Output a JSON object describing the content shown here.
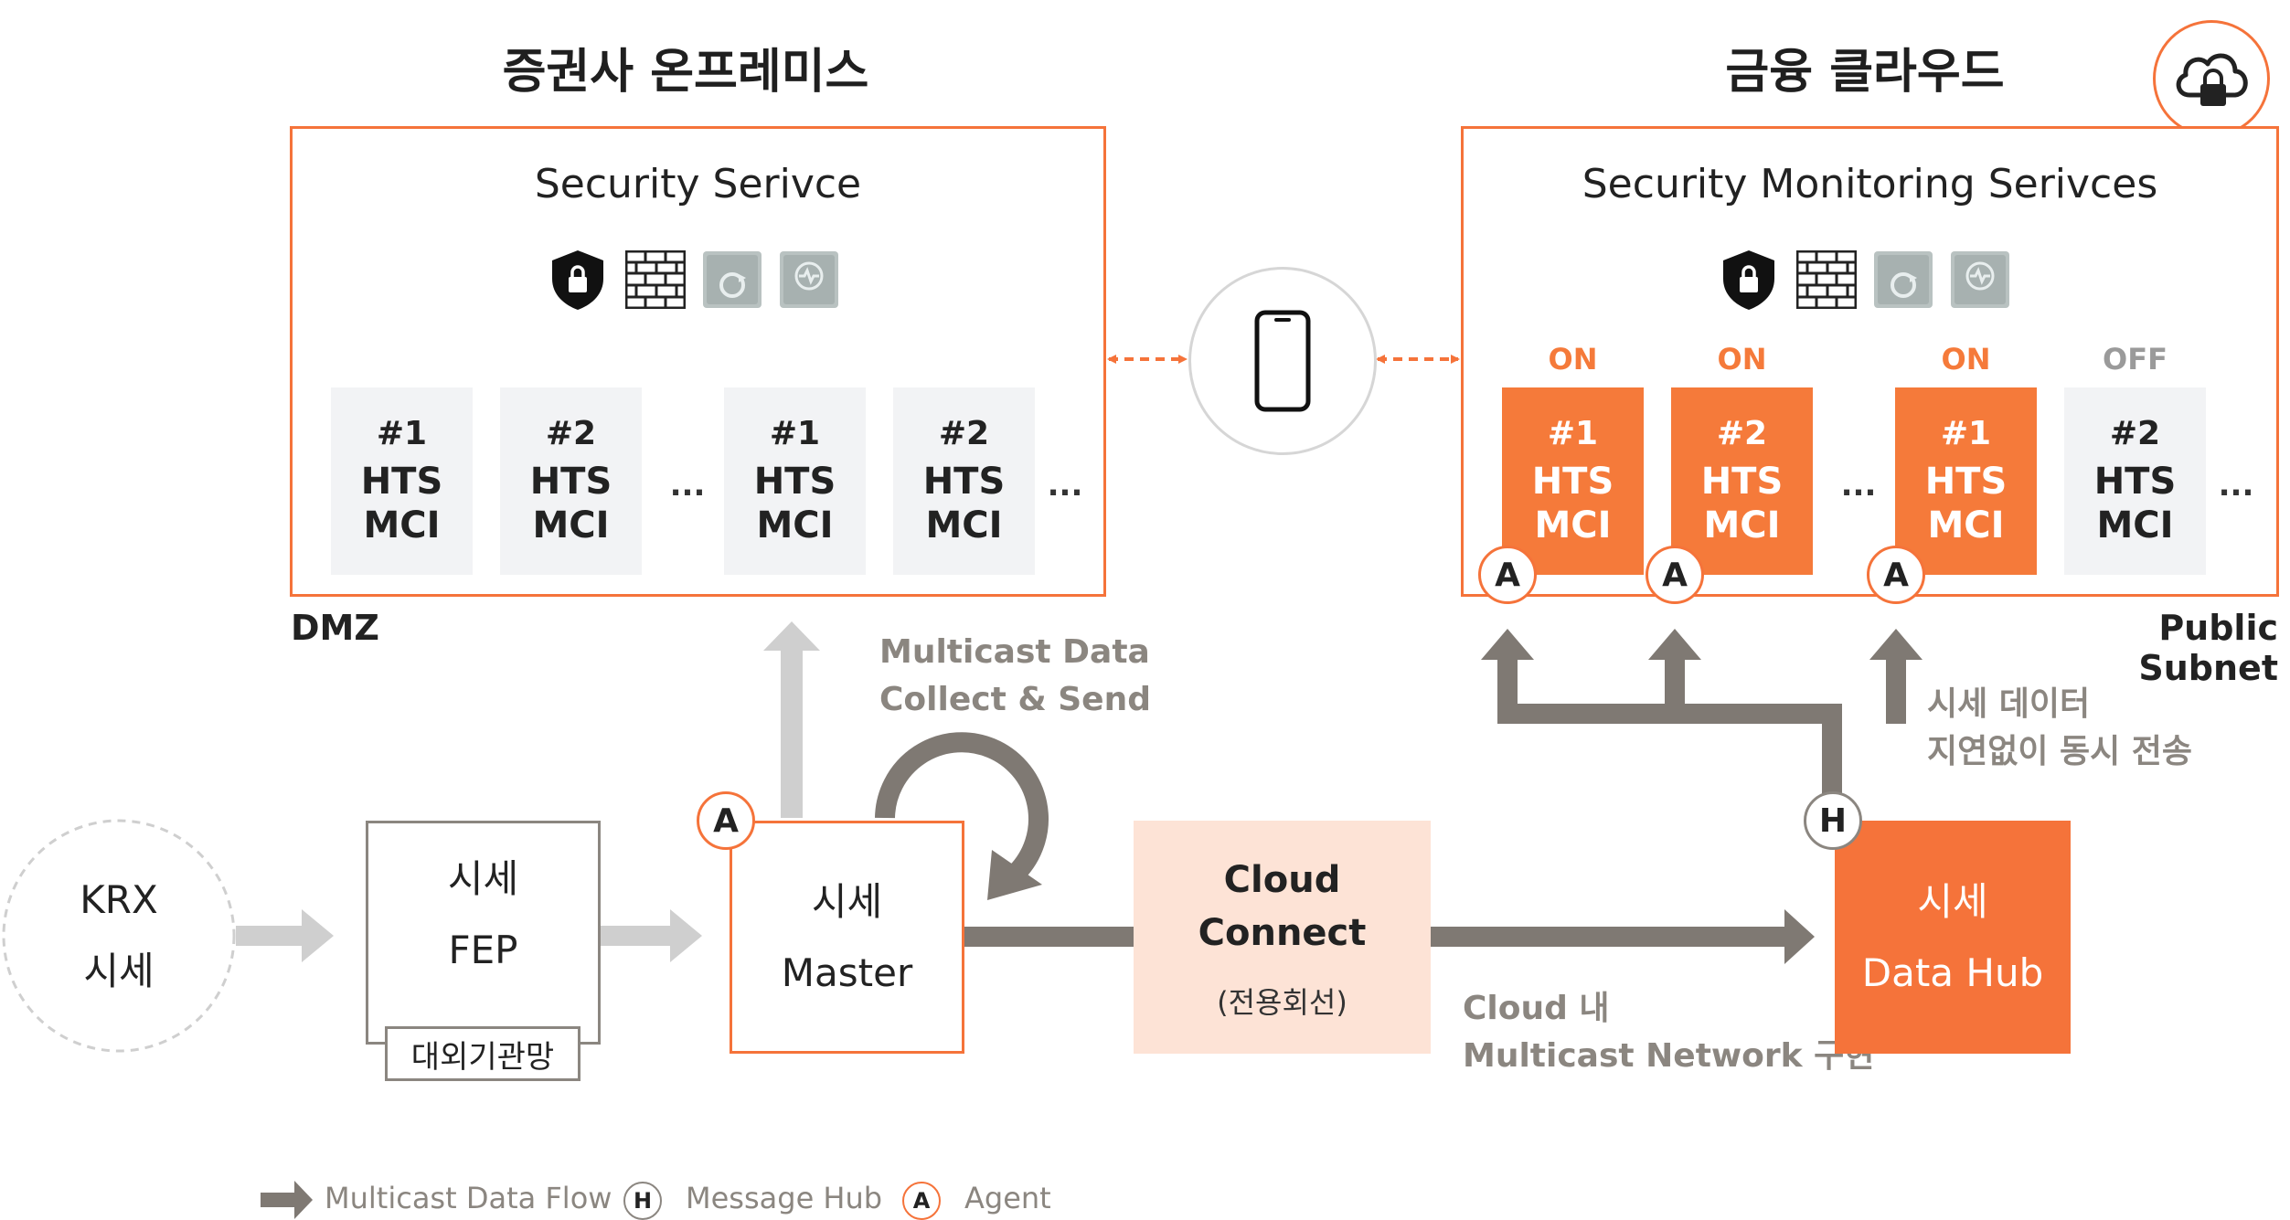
{
  "headings": {
    "onprem": "증권사 온프레미스",
    "cloud": "금융 클라우드"
  },
  "onprem_box": {
    "title": "Security Serivce",
    "zone_label": "DMZ",
    "cards": [
      {
        "num": "#1",
        "line1": "HTS",
        "line2": "MCI"
      },
      {
        "num": "#2",
        "line1": "HTS",
        "line2": "MCI"
      },
      {
        "num": "#1",
        "line1": "HTS",
        "line2": "MCI"
      },
      {
        "num": "#2",
        "line1": "HTS",
        "line2": "MCI"
      }
    ],
    "ellipsis": "..."
  },
  "cloud_box": {
    "title": "Security Monitoring Serivces",
    "zone_label": "Public Subnet",
    "cards": [
      {
        "state": "ON",
        "num": "#1",
        "line1": "HTS",
        "line2": "MCI"
      },
      {
        "state": "ON",
        "num": "#2",
        "line1": "HTS",
        "line2": "MCI"
      },
      {
        "state": "ON",
        "num": "#1",
        "line1": "HTS",
        "line2": "MCI"
      },
      {
        "state": "OFF",
        "num": "#2",
        "line1": "HTS",
        "line2": "MCI"
      }
    ],
    "ellipsis": "..."
  },
  "notes": {
    "multicast_line1": "Multicast Data",
    "multicast_line2": "Collect & Send",
    "sync_line1": "시세 데이터",
    "sync_line2": "지연없이 동시 전송",
    "cloud_net_line1": "Cloud 내",
    "cloud_net_line2": "Multicast Network 구현"
  },
  "nodes": {
    "krx": {
      "line1": "KRX",
      "line2": "시세"
    },
    "fep": {
      "line1": "시세",
      "line2": "FEP",
      "sublabel": "대외기관망"
    },
    "master": {
      "line1": "시세",
      "line2": "Master"
    },
    "cloud_connect": {
      "line1": "Cloud",
      "line2": "Connect",
      "line3": "(전용회선)"
    },
    "data_hub": {
      "line1": "시세",
      "line2": "Data Hub"
    }
  },
  "badges": {
    "agent": "A",
    "hub": "H"
  },
  "legend": {
    "flow": "Multicast Data Flow",
    "hub": "Message Hub",
    "agent": "Agent"
  },
  "colors": {
    "accent_orange": "#f5733a",
    "flow_grey": "#7f7973",
    "light_grey": "#cfcfcf",
    "cloud_connect_fill": "#fde3d6"
  }
}
